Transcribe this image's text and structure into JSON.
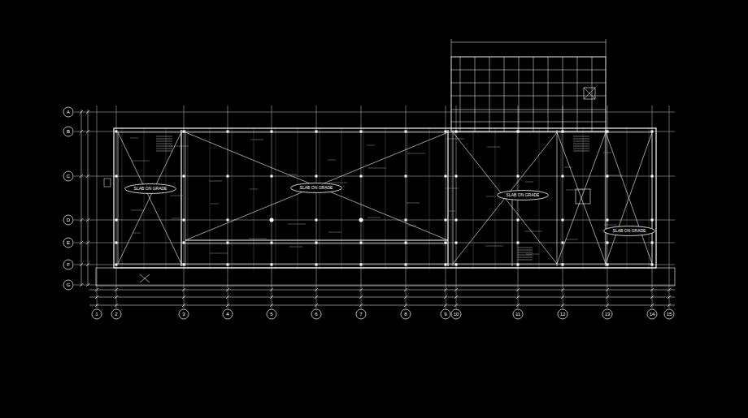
{
  "diagram": {
    "nodes": [
      {
        "text": [
          "SLAB ON GRADE"
        ]
      },
      {
        "text": [
          "SLAB ON GRADE"
        ]
      },
      {
        "text": [
          "SLAB ON GRADE"
        ]
      },
      {
        "text": [
          "SLAB ON GRADE"
        ]
      }
    ],
    "labels": [
      "1",
      "2",
      "3",
      "4",
      "5",
      "6",
      "7",
      "8",
      "9",
      "10",
      "11",
      "12",
      "13",
      "14",
      "15",
      "A",
      "B",
      "C",
      "D",
      "E",
      "F",
      "G"
    ]
  }
}
